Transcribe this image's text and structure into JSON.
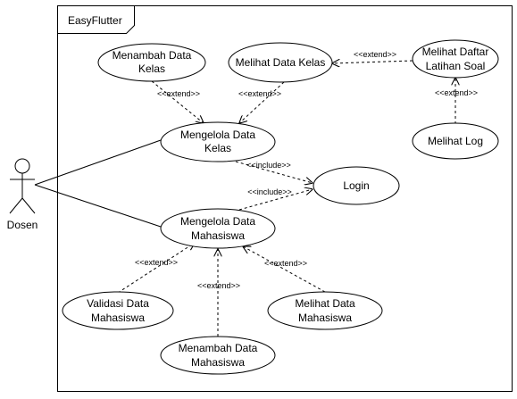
{
  "system": {
    "title": "EasyFlutter"
  },
  "actor": {
    "name": "Dosen"
  },
  "use_cases": {
    "menambah_data_kelas": [
      "Menambah Data",
      "Kelas"
    ],
    "melihat_data_kelas": [
      "Melihat Data Kelas"
    ],
    "melihat_daftar_latihan_soal": [
      "Melihat Daftar",
      "Latihan Soal"
    ],
    "mengelola_data_kelas": [
      "Mengelola Data",
      "Kelas"
    ],
    "login": [
      "Login"
    ],
    "melihat_log": [
      "Melihat Log"
    ],
    "mengelola_data_mahasiswa": [
      "Mengelola Data",
      "Mahasiswa"
    ],
    "validasi_data_mahasiswa": [
      "Validasi Data",
      "Mahasiswa"
    ],
    "melihat_data_mahasiswa": [
      "Melihat Data",
      "Mahasiswa"
    ],
    "menambah_data_mahasiswa": [
      "Menambah Data",
      "Mahasiswa"
    ]
  },
  "stereotypes": {
    "extend": "<<extend>>",
    "include": "<<include>>"
  },
  "colors": {
    "line": "#000000",
    "fill": "#ffffff",
    "text": "#000000"
  }
}
